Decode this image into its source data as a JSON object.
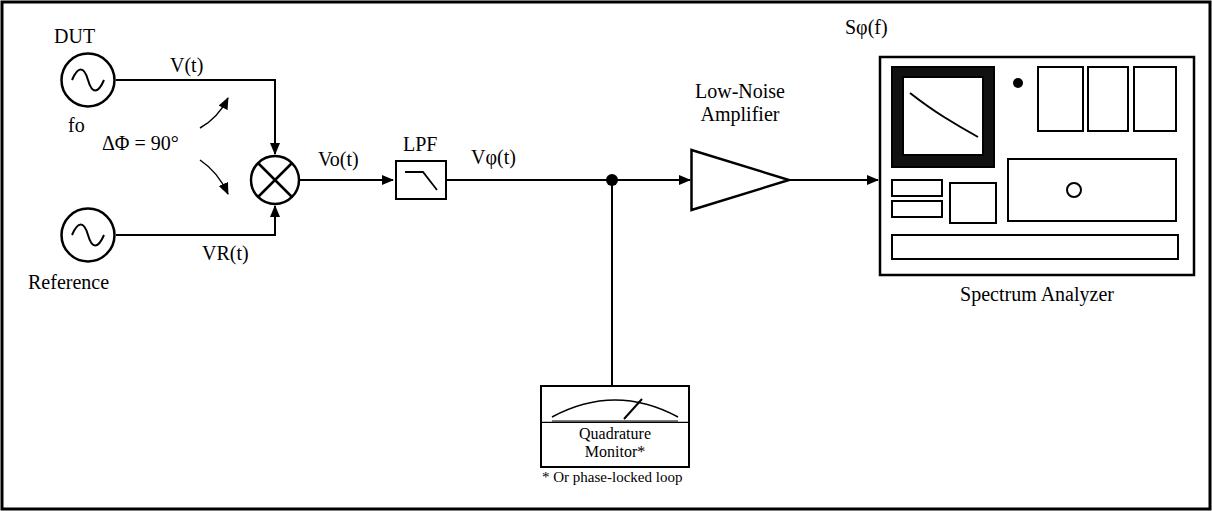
{
  "diagram": {
    "nodes": [
      {
        "text": [
          "DUT",
          "fo"
        ]
      },
      {
        "text": [
          "Reference"
        ]
      },
      {
        "text": [
          "LPF"
        ]
      },
      {
        "text": [
          "Low-Noise Amplifier"
        ]
      },
      {
        "text": [
          "Spectrum Analyzer"
        ]
      },
      {
        "text": [
          "Quadrature Monitor*"
        ]
      }
    ],
    "edges": [
      {
        "from": 2,
        "to": 3,
        "arrow": "to",
        "label": "Vφ(t)"
      },
      {
        "from": 2,
        "to": 5,
        "arrow": "none"
      },
      {
        "from": 3,
        "to": 4,
        "arrow": "to"
      }
    ],
    "labels": [
      "V(t)",
      "ΔΦ = 90°",
      "VR(t)",
      "Vo(t)",
      "Sφ(f)",
      "* Or phase-locked loop"
    ]
  }
}
